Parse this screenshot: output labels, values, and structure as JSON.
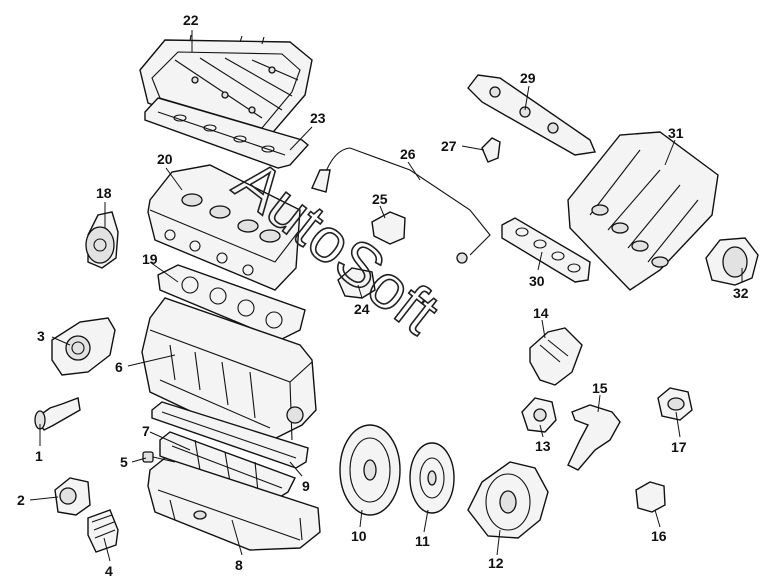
{
  "watermark": "AutoSoft",
  "callouts": [
    {
      "id": "c1",
      "label": "1"
    },
    {
      "id": "c2",
      "label": "2"
    },
    {
      "id": "c3",
      "label": "3"
    },
    {
      "id": "c4",
      "label": "4"
    },
    {
      "id": "c5",
      "label": "5"
    },
    {
      "id": "c6",
      "label": "6"
    },
    {
      "id": "c7",
      "label": "7"
    },
    {
      "id": "c8",
      "label": "8"
    },
    {
      "id": "c9",
      "label": "9"
    },
    {
      "id": "c10",
      "label": "10"
    },
    {
      "id": "c11",
      "label": "11"
    },
    {
      "id": "c12",
      "label": "12"
    },
    {
      "id": "c13",
      "label": "13"
    },
    {
      "id": "c14",
      "label": "14"
    },
    {
      "id": "c15",
      "label": "15"
    },
    {
      "id": "c16",
      "label": "16"
    },
    {
      "id": "c17",
      "label": "17"
    },
    {
      "id": "c18",
      "label": "18"
    },
    {
      "id": "c19",
      "label": "19"
    },
    {
      "id": "c20",
      "label": "20"
    },
    {
      "id": "c22",
      "label": "22"
    },
    {
      "id": "c23",
      "label": "23"
    },
    {
      "id": "c24",
      "label": "24"
    },
    {
      "id": "c25",
      "label": "25"
    },
    {
      "id": "c26",
      "label": "26"
    },
    {
      "id": "c27",
      "label": "27"
    },
    {
      "id": "c29",
      "label": "29"
    },
    {
      "id": "c30",
      "label": "30"
    },
    {
      "id": "c31",
      "label": "31"
    },
    {
      "id": "c32",
      "label": "32"
    }
  ]
}
